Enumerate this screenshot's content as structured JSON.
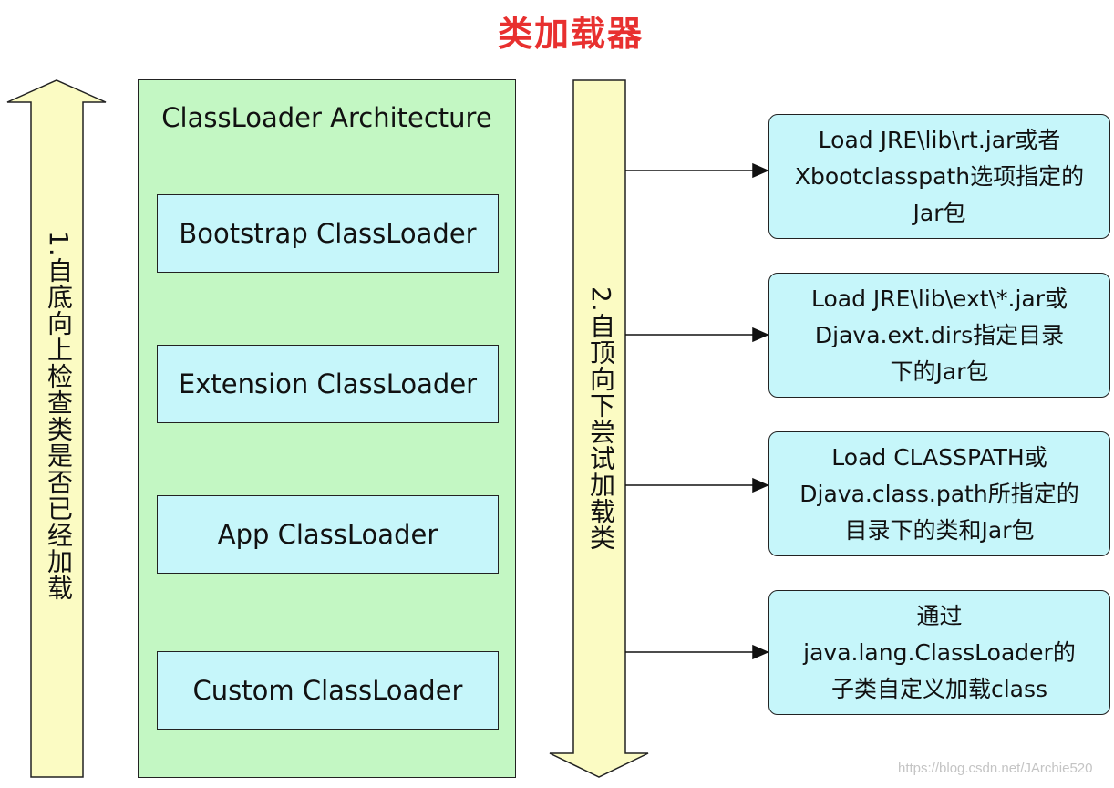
{
  "title": "类加载器",
  "architecture": {
    "label": "ClassLoader Architecture",
    "loaders": [
      "Bootstrap ClassLoader",
      "Extension ClassLoader",
      "App ClassLoader",
      "Custom ClassLoader"
    ]
  },
  "arrows": {
    "up_label": "1.自底向上检查类是否已经加载",
    "down_label": "2.自顶向下尝试加载类",
    "fill_color": "#fbfbc3"
  },
  "descriptions": [
    {
      "lines": [
        "Load JRE\\lib\\rt.jar或者",
        "Xbootclasspath选项指定的",
        "Jar包"
      ]
    },
    {
      "lines": [
        "Load JRE\\lib\\ext\\*.jar或",
        "Djava.ext.dirs指定目录",
        "下的Jar包"
      ]
    },
    {
      "lines": [
        "Load CLASSPATH或",
        "Djava.class.path所指定的",
        "目录下的类和Jar包"
      ]
    },
    {
      "lines": [
        "通过",
        "java.lang.ClassLoader的",
        "子类自定义加载class"
      ]
    }
  ],
  "watermark": "https://blog.csdn.net/JArchie520",
  "colors": {
    "title": "#e8302f",
    "architecture_bg": "#c3f7c3",
    "box_bg": "#c6f6fa"
  }
}
